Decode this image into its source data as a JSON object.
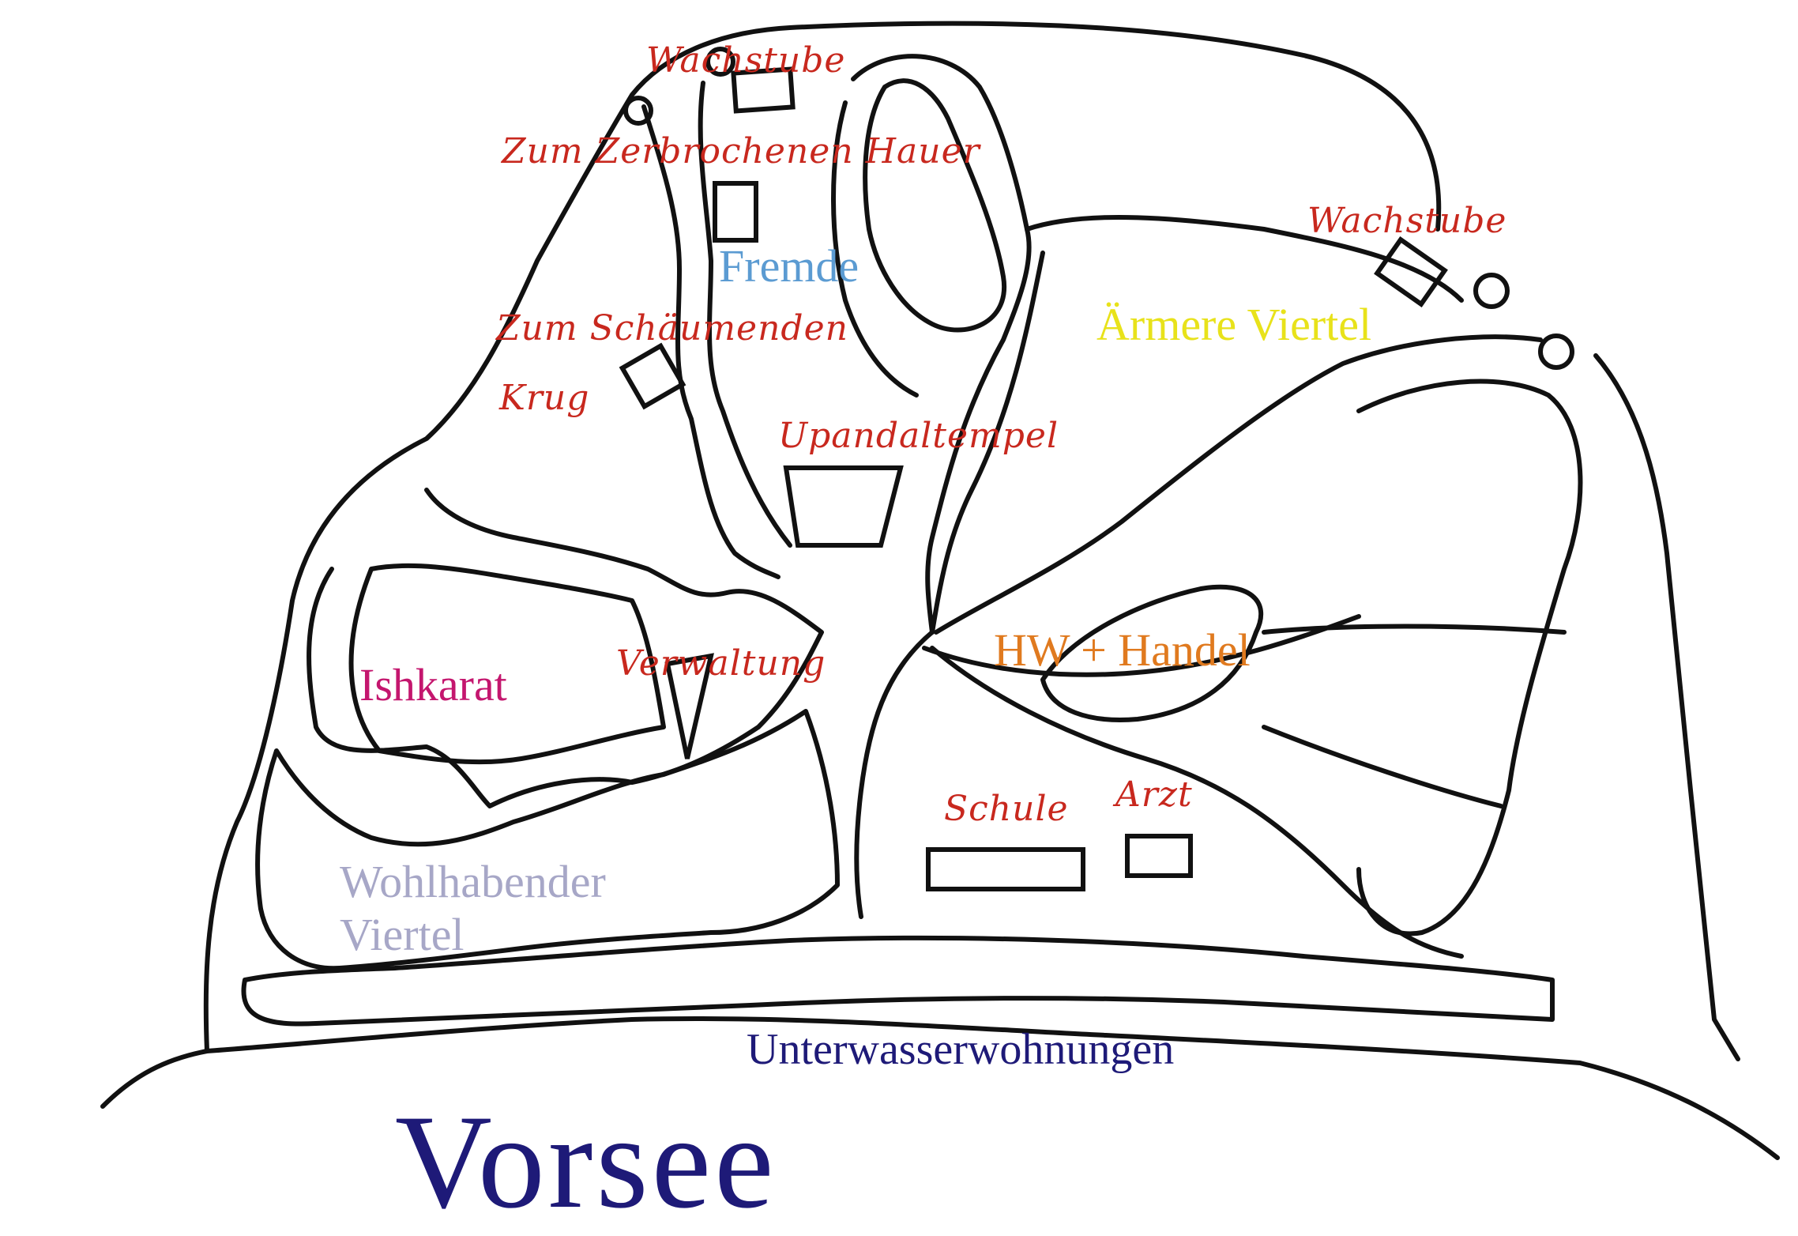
{
  "map": {
    "title": "Vorsee",
    "title_color": "#1e1a78",
    "districts": [
      {
        "id": "fremde",
        "label": "Fremde",
        "color": "#5b9bd2"
      },
      {
        "id": "armere",
        "label": "Ärmere Viertel",
        "color": "#e8e21a"
      },
      {
        "id": "hw",
        "label": "HW + Handel",
        "color": "#e07a1f"
      },
      {
        "id": "ishkarat",
        "label": "Ishkarat",
        "color": "#c4166e"
      },
      {
        "id": "wohl",
        "label": "Wohlhabender Viertel",
        "line1": "Wohlhabender",
        "line2": "Viertel",
        "color": "#a7a7c7"
      },
      {
        "id": "unter",
        "label": "Unterwasserwohnungen",
        "color": "#1e1a78"
      }
    ],
    "buildings": [
      {
        "id": "wachstube1",
        "label": "Wachstube"
      },
      {
        "id": "hauer",
        "label": "Zum Zerbrochenen Hauer"
      },
      {
        "id": "wachstube2",
        "label": "Wachstube"
      },
      {
        "id": "krug",
        "label": "Zum Schäumenden Krug",
        "line1": "Zum Schäumenden",
        "line2": "Krug"
      },
      {
        "id": "tempel",
        "label": "Upandaltempel"
      },
      {
        "id": "verwaltung",
        "label": "Verwaltung"
      },
      {
        "id": "schule",
        "label": "Schule"
      },
      {
        "id": "arzt",
        "label": "Arzt"
      }
    ],
    "building_label_color": "#c8281e"
  }
}
